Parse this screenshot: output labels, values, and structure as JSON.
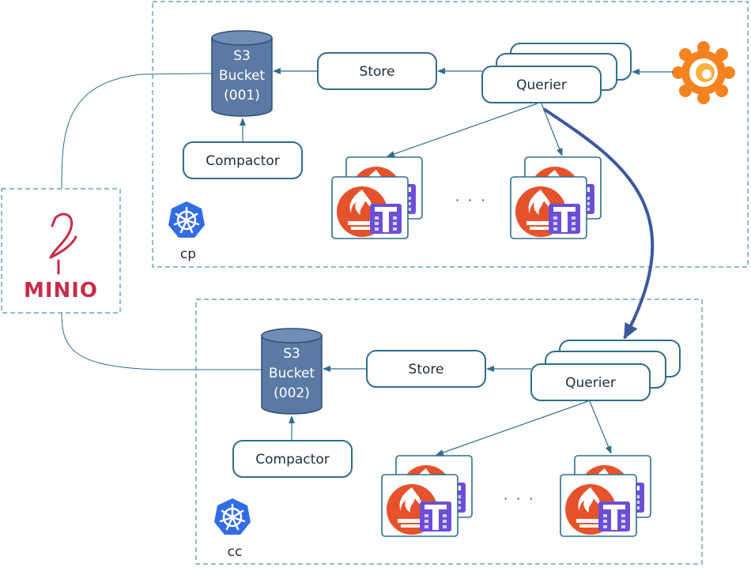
{
  "clusters": [
    {
      "name": "cp",
      "bucket": {
        "line1": "S3",
        "line2": "Bucket",
        "line3": "(001)"
      },
      "store": "Store",
      "querier": "Querier",
      "compactor": "Compactor",
      "ellipsis": "· · ·"
    },
    {
      "name": "cc",
      "bucket": {
        "line1": "S3",
        "line2": "Bucket",
        "line3": "(002)"
      },
      "store": "Store",
      "querier": "Querier",
      "compactor": "Compactor",
      "ellipsis": "· · ·"
    }
  ],
  "minio": {
    "logo_text": "MINIO"
  },
  "icons": [
    "minio-flamingo-icon",
    "grafana-icon",
    "kubernetes-icon",
    "prometheus-thanos-icon"
  ],
  "colors": {
    "node_border": "#2e6e8e",
    "cluster_dash": "#4a90b0",
    "bucket_fill": "#5a7aa3",
    "cross_cluster_arrow": "#3a5a9a",
    "minio_red": "#c72c48",
    "grafana_orange": "#f58220",
    "kubernetes_blue": "#326ce5",
    "prometheus_orange": "#e6522c",
    "thanos_purple": "#6b4fd8"
  }
}
